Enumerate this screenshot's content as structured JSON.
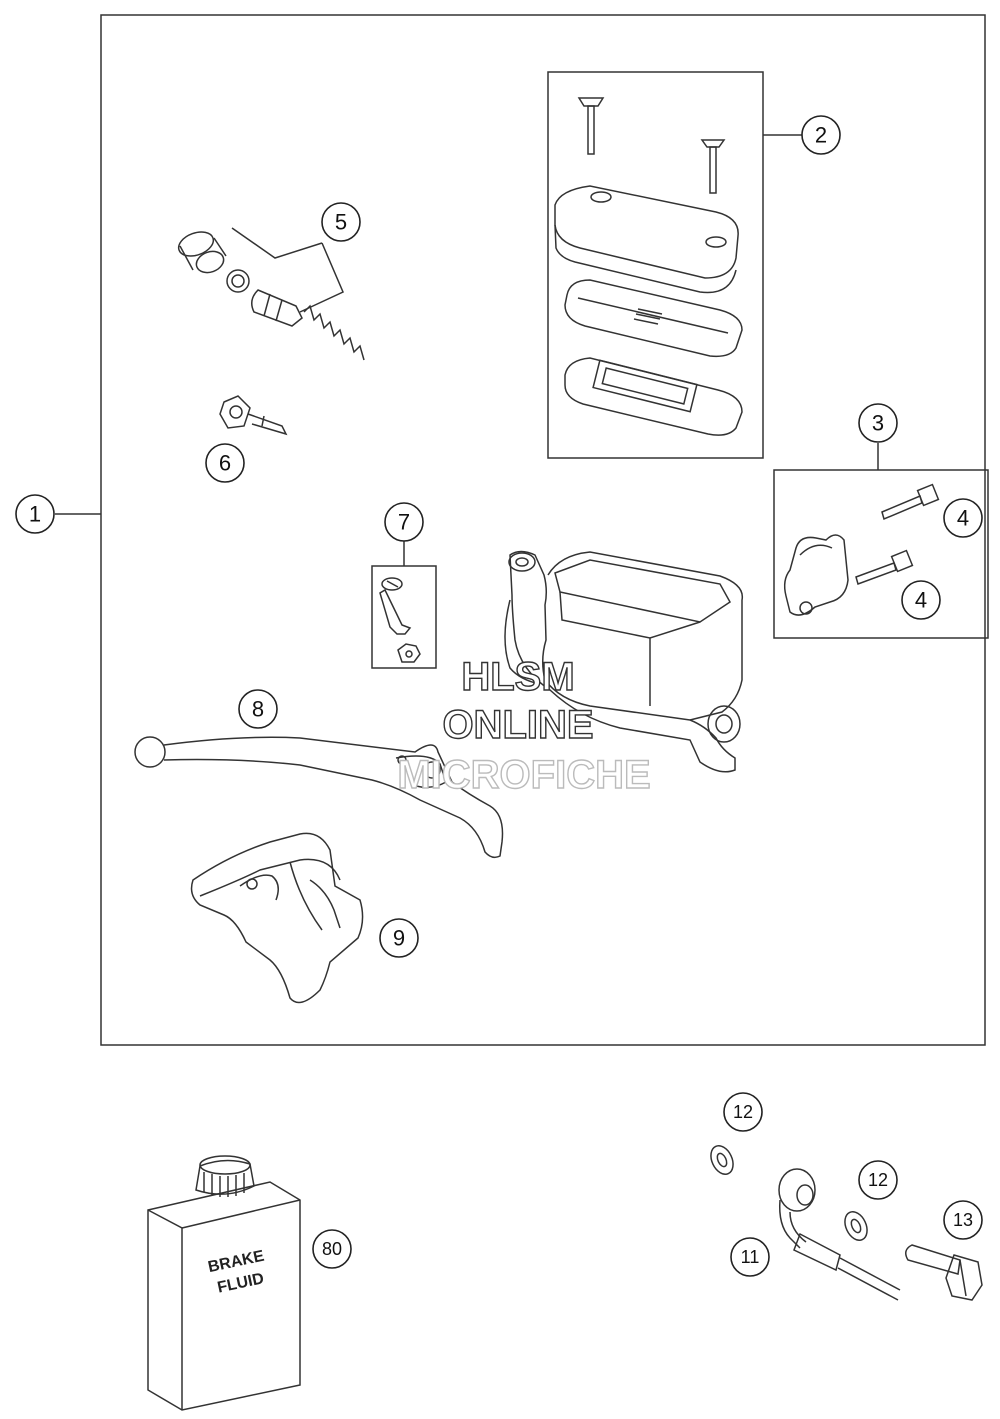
{
  "callouts": {
    "c1": "1",
    "c2": "2",
    "c3": "3",
    "c4a": "4",
    "c4b": "4",
    "c5": "5",
    "c6": "6",
    "c7": "7",
    "c8": "8",
    "c9": "9",
    "c11": "11",
    "c12a": "12",
    "c12b": "12",
    "c13": "13",
    "c80": "80"
  },
  "watermark": {
    "line1": "HLSM",
    "line2": "ONLINE",
    "line3": "MICROFICHE"
  },
  "bottle_label": {
    "line1": "BRAKE",
    "line2": "FLUID"
  }
}
